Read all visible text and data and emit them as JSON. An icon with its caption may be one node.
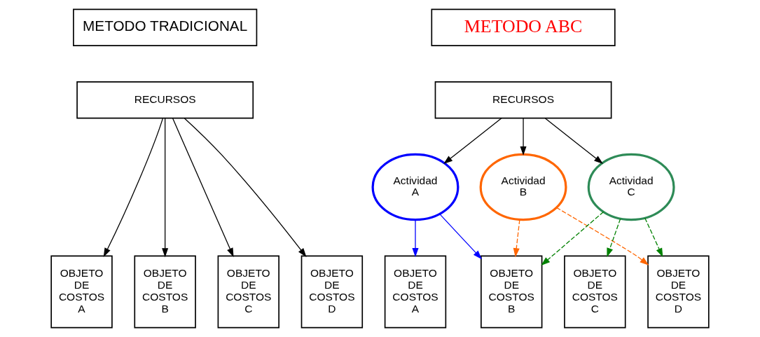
{
  "diagram": {
    "nodes": [
      {
        "text": [
          "METODO TRADICIONAL"
        ]
      },
      {
        "text": [
          "RECURSOS"
        ]
      },
      {
        "text": [
          "OBJETO DE COSTOS A"
        ]
      },
      {
        "text": [
          "OBJETO DE COSTOS B"
        ]
      },
      {
        "text": [
          "OBJETO DE COSTOS C"
        ]
      },
      {
        "text": [
          "OBJETO DE COSTOS D"
        ]
      },
      {
        "text": [
          "METODO ABC"
        ]
      },
      {
        "text": [
          "RECURSOS"
        ]
      },
      {
        "text": [
          "Actividad A"
        ]
      },
      {
        "text": [
          "Actividad B"
        ]
      },
      {
        "text": [
          "Actividad C"
        ]
      },
      {
        "text": [
          "OBJETO DE COSTOS A"
        ]
      },
      {
        "text": [
          "OBJETO DE COSTOS B"
        ]
      },
      {
        "text": [
          "OBJETO DE COSTOS C"
        ]
      },
      {
        "text": [
          "OBJETO DE COSTOS D"
        ]
      }
    ],
    "edges": [
      {
        "from": 1,
        "to": 2,
        "arrow": "to"
      },
      {
        "from": 1,
        "to": 3,
        "arrow": "to"
      },
      {
        "from": 1,
        "to": 4,
        "arrow": "to"
      },
      {
        "from": 1,
        "to": 5,
        "arrow": "to"
      },
      {
        "from": 7,
        "to": 8,
        "arrow": "to"
      },
      {
        "from": 7,
        "to": 9,
        "arrow": "to"
      },
      {
        "from": 7,
        "to": 10,
        "arrow": "to"
      },
      {
        "from": 8,
        "to": 11,
        "arrow": "to",
        "color": "#0000ff"
      },
      {
        "from": 8,
        "to": 12,
        "arrow": "to",
        "color": "#0000ff"
      },
      {
        "from": 9,
        "to": 12,
        "arrow": "to",
        "style": "dashed",
        "color": "#ff6600"
      },
      {
        "from": 9,
        "to": 14,
        "arrow": "to",
        "style": "dashed",
        "color": "#ff6600"
      },
      {
        "from": 10,
        "to": 12,
        "arrow": "to",
        "style": "dashed",
        "color": "#008000"
      },
      {
        "from": 10,
        "to": 13,
        "arrow": "to",
        "style": "dashed",
        "color": "#008000"
      },
      {
        "from": 10,
        "to": 14,
        "arrow": "to",
        "style": "dashed",
        "color": "#008000"
      }
    ]
  }
}
